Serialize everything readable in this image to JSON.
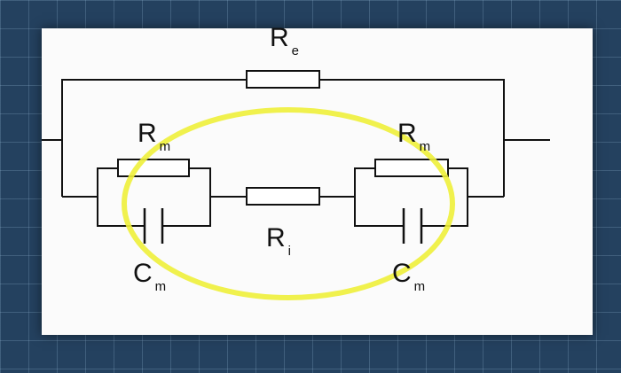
{
  "labels": {
    "re": {
      "main": "R",
      "sub": "e"
    },
    "rm_left": {
      "main": "R",
      "sub": "m"
    },
    "rm_right": {
      "main": "R",
      "sub": "m"
    },
    "ri": {
      "main": "R",
      "sub": "i"
    },
    "cm_left": {
      "main": "C",
      "sub": "m"
    },
    "cm_right": {
      "main": "C",
      "sub": "m"
    }
  },
  "colors": {
    "highlight": "#eef03a",
    "wire": "#111111"
  }
}
